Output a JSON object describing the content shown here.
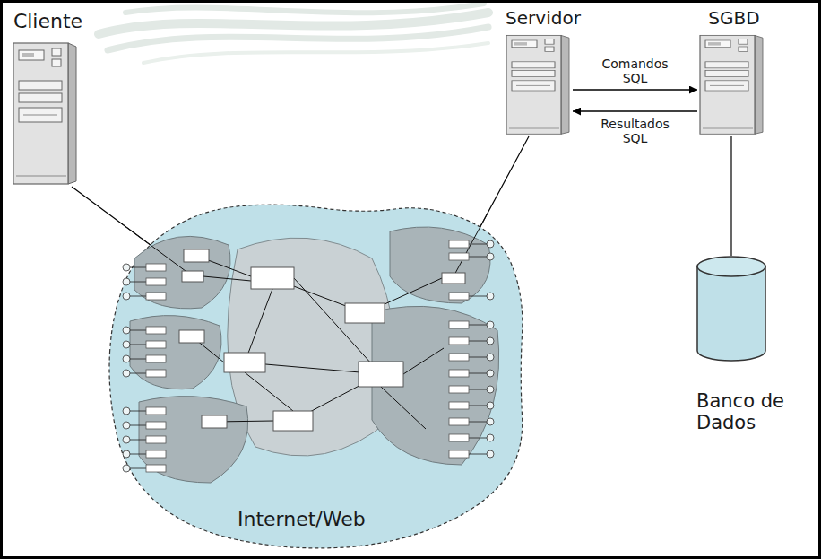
{
  "diagram": {
    "nodes": [
      {
        "text": [
          "Cliente"
        ]
      },
      {
        "text": [
          "Servidor"
        ]
      },
      {
        "text": [
          "SGBD"
        ]
      },
      {
        "text": [
          "Internet/Web"
        ]
      },
      {
        "text": [
          "Banco de Dados"
        ]
      }
    ],
    "edges": [
      {
        "from": 0,
        "to": 3,
        "arrow": "none"
      },
      {
        "from": 1,
        "to": 3,
        "arrow": "none"
      },
      {
        "from": 1,
        "to": 2,
        "label": "Comandos SQL",
        "arrow": "to"
      },
      {
        "from": 2,
        "to": 1,
        "label": "Resultados SQL",
        "arrow": "to"
      },
      {
        "from": 2,
        "to": 4,
        "arrow": "none"
      }
    ]
  }
}
